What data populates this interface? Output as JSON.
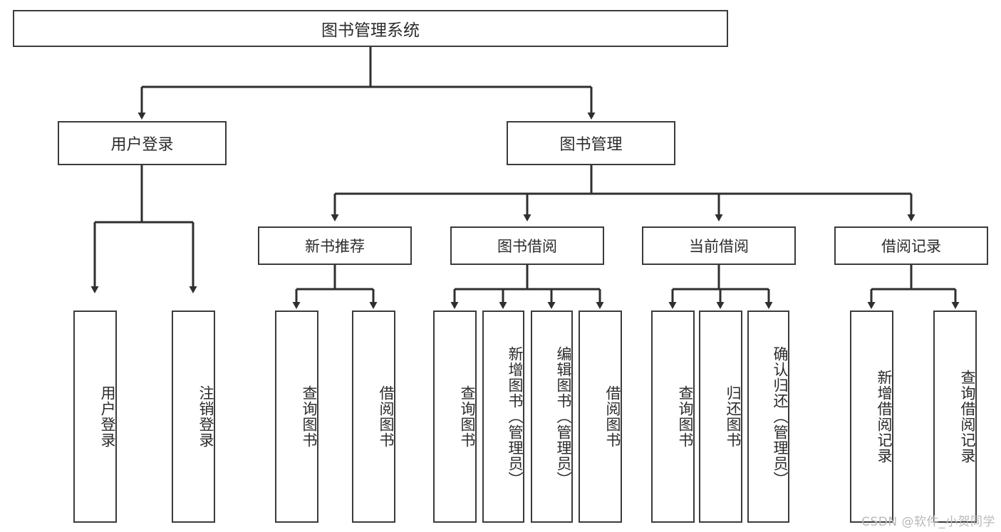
{
  "diagram": {
    "title": "图书管理系统",
    "watermark": "CSDN @软件_小贺同学",
    "colors": {
      "stroke": "#3b3b3b",
      "text": "#2b2b2b",
      "background": "#ffffff",
      "watermark": "#b9b9b9"
    },
    "root": {
      "label": "图书管理系统"
    },
    "level2": [
      {
        "label": "用户登录"
      },
      {
        "label": "图书管理"
      }
    ],
    "level3": [
      {
        "label": "新书推荐"
      },
      {
        "label": "图书借阅"
      },
      {
        "label": "当前借阅"
      },
      {
        "label": "借阅记录"
      }
    ],
    "leaves": {
      "user_login": [
        {
          "label": "用户登录"
        },
        {
          "label": "注销登录"
        }
      ],
      "new_book": [
        {
          "label": "查询图书"
        },
        {
          "label": "借阅图书"
        }
      ],
      "book_borrow": [
        {
          "label": "查询图书"
        },
        {
          "label": "新增图书（管理员）"
        },
        {
          "label": "编辑图书（管理员）"
        },
        {
          "label": "借阅图书"
        }
      ],
      "current_borrow": [
        {
          "label": "查询图书"
        },
        {
          "label": "归还图书"
        },
        {
          "label": "确认归还（管理员）"
        }
      ],
      "borrow_record": [
        {
          "label": "新增借阅记录"
        },
        {
          "label": "查询借阅记录"
        }
      ]
    }
  }
}
